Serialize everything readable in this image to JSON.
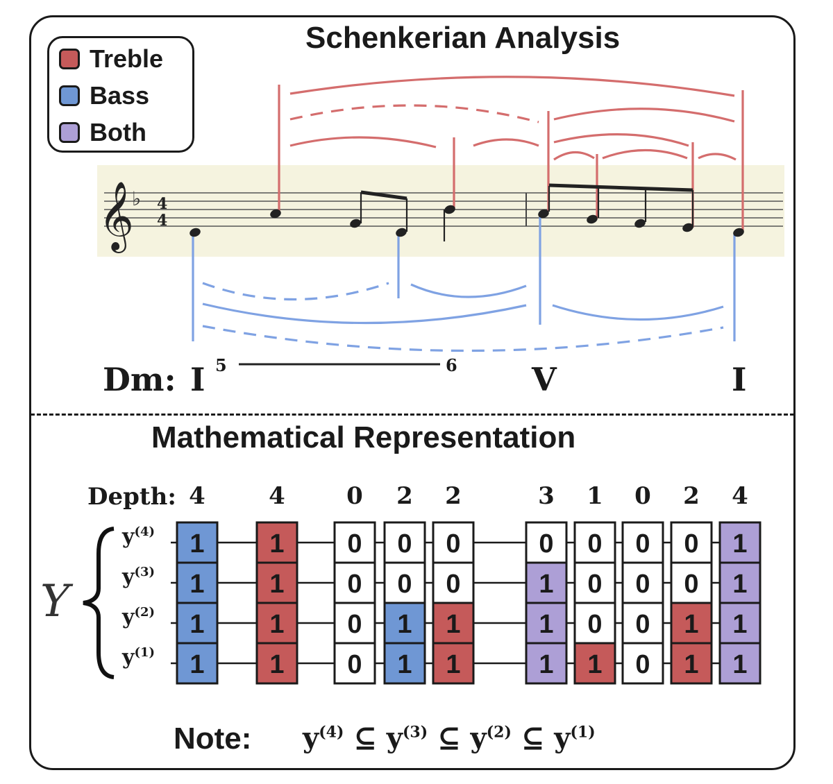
{
  "legend": [
    {
      "label": "Treble",
      "color": "#c55a5a"
    },
    {
      "label": "Bass",
      "color": "#6f97d4"
    },
    {
      "label": "Both",
      "color": "#ad9fd6"
    }
  ],
  "schenkerian": {
    "title": "Schenkerian Analysis",
    "key_label": "Dm:",
    "roman_numerals": [
      "I",
      "V",
      "I"
    ],
    "figured_bass": [
      "5",
      "6"
    ]
  },
  "math": {
    "title": "Mathematical Representation",
    "depth_label": "Depth:",
    "brace_label": "Y",
    "row_labels": [
      "y(4)",
      "y(3)",
      "y(2)",
      "y(1)"
    ],
    "columns": [
      {
        "depth": "4",
        "bits": [
          "1",
          "1",
          "1",
          "1"
        ],
        "color": "bass"
      },
      {
        "depth": "4",
        "bits": [
          "1",
          "1",
          "1",
          "1"
        ],
        "color": "treble"
      },
      {
        "depth": "0",
        "bits": [
          "0",
          "0",
          "0",
          "0"
        ],
        "color": "none"
      },
      {
        "depth": "2",
        "bits": [
          "0",
          "0",
          "1",
          "1"
        ],
        "color": "bass"
      },
      {
        "depth": "2",
        "bits": [
          "0",
          "0",
          "1",
          "1"
        ],
        "color": "treble"
      },
      {
        "depth": "3",
        "bits": [
          "0",
          "1",
          "1",
          "1"
        ],
        "color": "both"
      },
      {
        "depth": "1",
        "bits": [
          "0",
          "0",
          "0",
          "1"
        ],
        "color": "treble"
      },
      {
        "depth": "0",
        "bits": [
          "0",
          "0",
          "0",
          "0"
        ],
        "color": "none"
      },
      {
        "depth": "2",
        "bits": [
          "0",
          "0",
          "1",
          "1"
        ],
        "color": "treble"
      },
      {
        "depth": "4",
        "bits": [
          "1",
          "1",
          "1",
          "1"
        ],
        "color": "both"
      }
    ]
  },
  "note": {
    "label": "Note:",
    "expression": "y(4) ⊆ y(3) ⊆ y(2) ⊆ y(1)"
  },
  "colors": {
    "treble": "#c55a5a",
    "bass": "#6f97d4",
    "both": "#ad9fd6"
  }
}
